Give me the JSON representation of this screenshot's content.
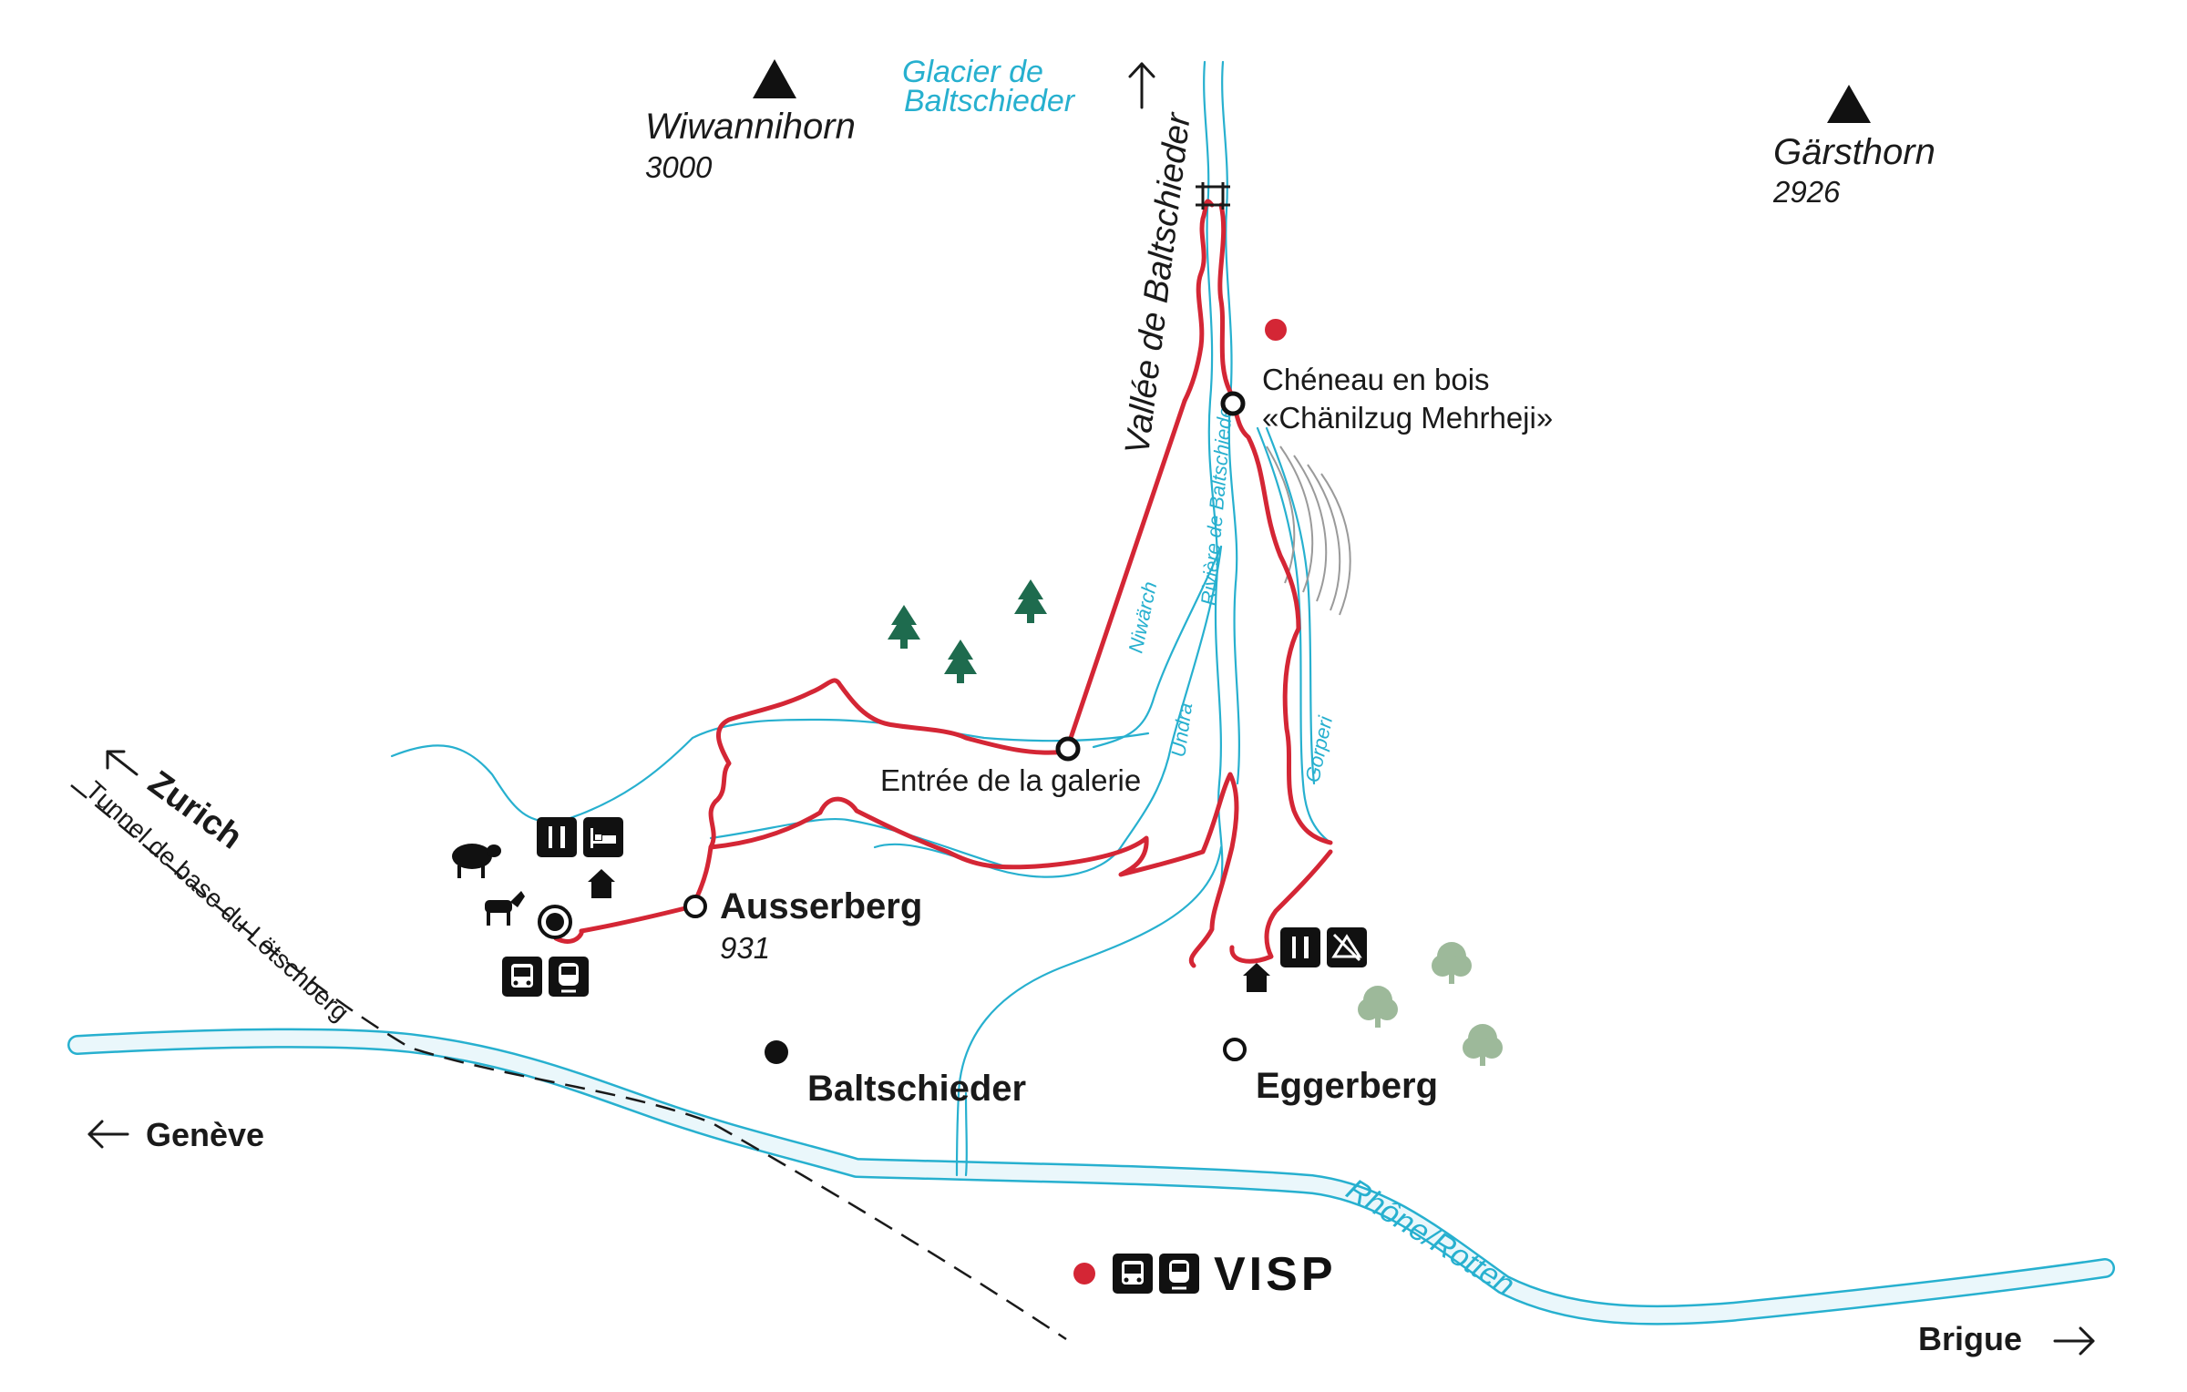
{
  "peaks": {
    "wiwannihorn": {
      "name": "Wiwannihorn",
      "elevation": "3000"
    },
    "garsthorn": {
      "name": "Gärsthorn",
      "elevation": "2926"
    }
  },
  "glacier": {
    "line1": "Glacier de",
    "line2": "Baltschieder"
  },
  "valley": "Vallée de Baltschieder",
  "rivers": {
    "riviere": "Rivière de Baltschieder",
    "niwarch": "Niwärch",
    "undra": "Undra",
    "gorperi": "Gorperi",
    "rhone": "Rhône/Rotten"
  },
  "poi": {
    "cheneau_line1": "Chéneau en bois",
    "cheneau_line2": "«Chänilzug Mehrheji»",
    "galerie": "Entrée de la galerie"
  },
  "places": {
    "ausserberg": {
      "name": "Ausserberg",
      "elevation": "931"
    },
    "baltschieder": "Baltschieder",
    "eggerberg": "Eggerberg",
    "visp": "VISP"
  },
  "directions": {
    "zurich": "Zurich",
    "geneve": "Genève",
    "brigue": "Brigue"
  },
  "tunnel": "Tunnel de base du Lötschberg",
  "colors": {
    "route": "#d42635",
    "water": "#27b0cf",
    "forest": "#1e6b4e",
    "deciduous": "#9db99a",
    "ink": "#1a1a1a"
  },
  "icons": [
    "mountain-peak-icon",
    "restaurant-icon",
    "hotel-bed-icon",
    "hut-icon",
    "sheep-icon",
    "goat-icon",
    "bus-icon",
    "train-icon",
    "no-camping-icon",
    "conifer-tree-icon",
    "deciduous-tree-icon",
    "bridge-icon"
  ]
}
